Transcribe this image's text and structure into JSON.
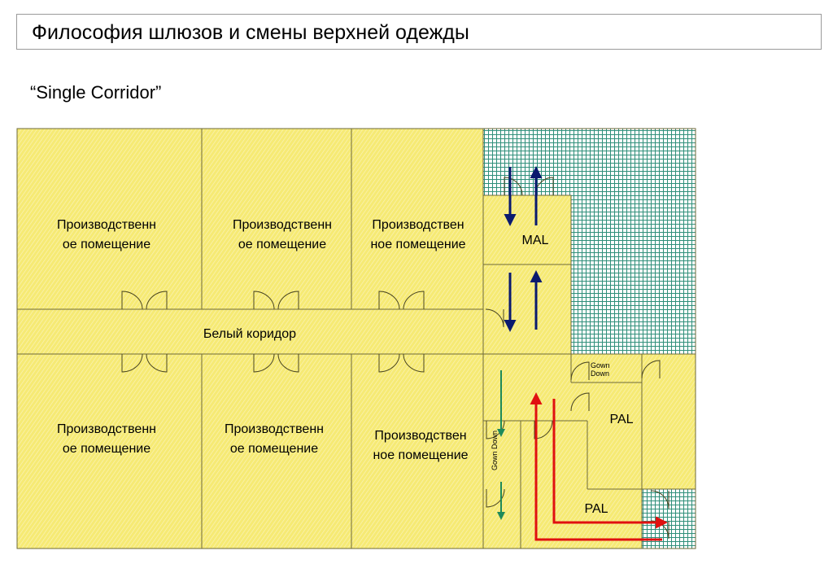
{
  "title": "Философия шлюзов и смены верхней одежды",
  "subtitle": "“Single Corridor”",
  "diagram": {
    "rooms_top": [
      [
        "Производственн",
        "ое помещение"
      ],
      [
        "Производственн",
        "ое помещение"
      ],
      [
        "Производствен",
        "ное помещение"
      ]
    ],
    "rooms_bottom": [
      [
        "Производственн",
        "ое помещение"
      ],
      [
        "Производственн",
        "ое помещение"
      ],
      [
        "Производствен",
        "ное помещение"
      ]
    ],
    "corridor_label": "Белый коридор",
    "mal_label": "MAL",
    "pal_upper_label": "PAL",
    "pal_lower_label": "PAL",
    "gown_down_horizontal": [
      "Gown",
      "Down"
    ],
    "gown_down_vertical": "Gown Down",
    "colors": {
      "yellow_fill": "#f7ec7c",
      "green_grid": "#2f8f7a",
      "wall": "#6e6a3a",
      "blue_arrow": "#0a1a6e",
      "red_arrow": "#e01010",
      "green_arrow": "#1e8a5a"
    }
  }
}
